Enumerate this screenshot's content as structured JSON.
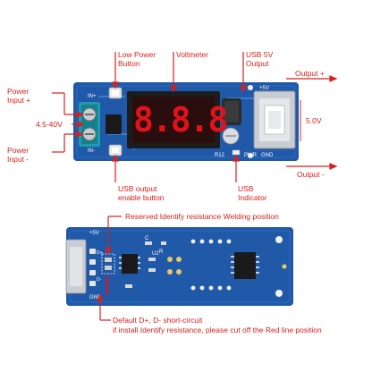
{
  "colors": {
    "annotation": "#d8201c",
    "pcb": "#1f59a8",
    "pcb_dark": "#173f7a",
    "segment": "#e0121b",
    "display_body": "#1d1d1d",
    "terminal": "#1d9cae",
    "usb_metal": "#c9ccd2"
  },
  "top": {
    "labels": {
      "low_power_button": "Low Power\nButton",
      "voltmeter": "Voltmeter",
      "usb_5v_output": "USB 5V\nOutput",
      "power_input_plus": "Power\nInput +",
      "voltage_range": "4.5-40V",
      "power_input_minus": "Power\nInput -",
      "output_plus": "Output +",
      "output_voltage": "5.0V",
      "output_minus": "Output -",
      "usb_output_enable": "USB output\nenable button",
      "usb_indicator": "USB\nIndicator"
    },
    "silkscreen": {
      "in_plus": "IN+",
      "in_minus": "IN-",
      "out_plus_5v": "+5V",
      "pwr": "PWR",
      "gnd": "GND",
      "r12": "R12"
    },
    "display_digits": "8.8.8"
  },
  "bottom": {
    "labels": {
      "reserved": "Reserved Identify resistance Welding position",
      "default_short": "Default D+, D- short-circuit",
      "install_note": "if install Identify resistance, please cut off the Red line position"
    },
    "silkscreen": {
      "plus_5v": "+5V",
      "gnd": "GND",
      "d_plus": "D+",
      "d_minus": "D-",
      "r": "R",
      "c": "C",
      "u2": "U2"
    }
  }
}
